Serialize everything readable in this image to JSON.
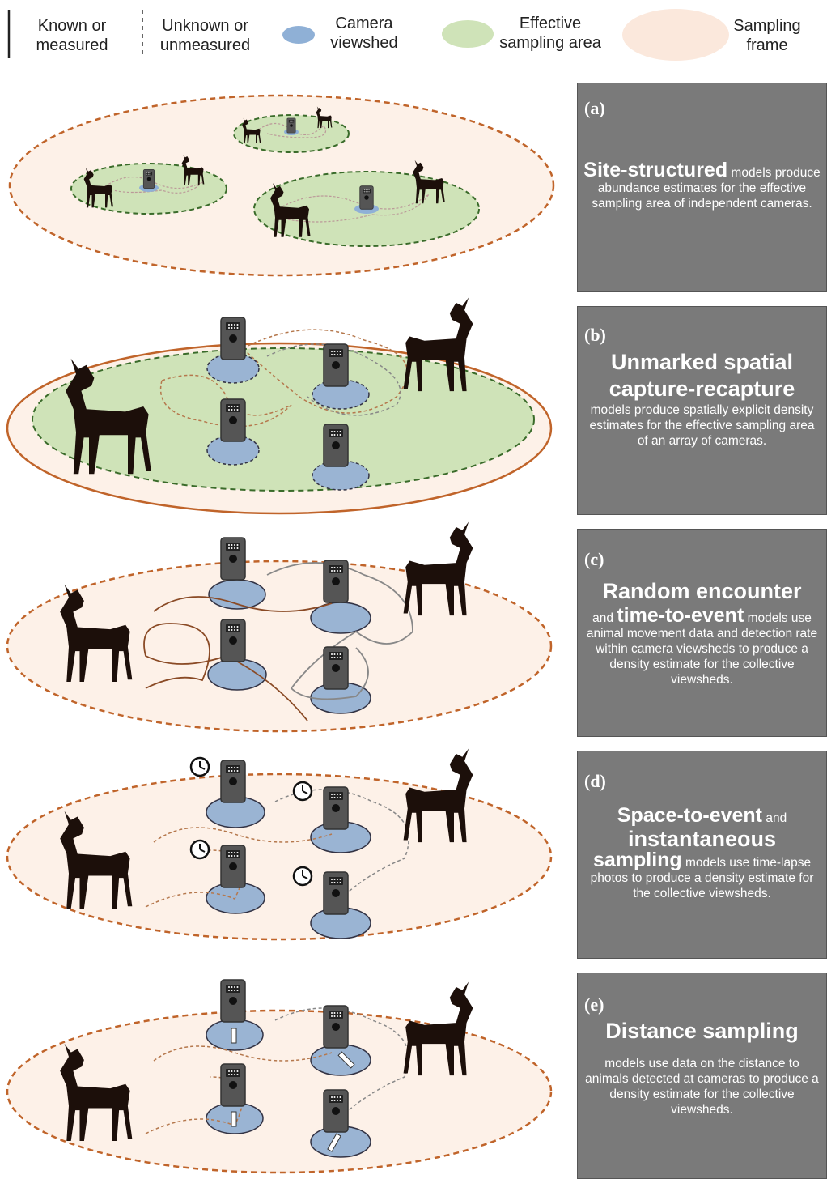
{
  "legend": {
    "known": "Known or\nmeasured",
    "unknown": "Unknown or\nunmeasured",
    "viewshed": "Camera\nviewshed",
    "effective": "Effective\nsampling area",
    "frame": "Sampling\nframe"
  },
  "colors": {
    "viewshed": "#9ab4d3",
    "effective": "#cfe3b8",
    "frame": "#fbe8dc",
    "frame_line": "#c0642a",
    "effective_line": "#3a6b2a",
    "panel": "#7a7a7a",
    "animal": "#1c0f0a",
    "camera": "#555555"
  },
  "panels": {
    "a": {
      "tag": "(a)",
      "title": "Site-structured",
      "rest": " models produce abundance estimates for the effective sampling area of independent cameras."
    },
    "b": {
      "tag": "(b)",
      "title1": "Unmarked spatial",
      "title2": "capture-recapture",
      "rest": "models produce spatially explicit density estimates for the effective sampling area of an array of cameras."
    },
    "c": {
      "tag": "(c)",
      "title1": "Random encounter",
      "and": "and ",
      "title2": "time-to-event",
      "rest": " models use animal movement data and detection rate within camera viewsheds to produce a density estimate for the collective viewsheds."
    },
    "d": {
      "tag": "(d)",
      "title1": "Space-to-event",
      "and": " and",
      "title2": "instantaneous",
      "title3": "sampling",
      "rest": " models  use time-lapse photos to produce a density estimate for the collective viewsheds."
    },
    "e": {
      "tag": "(e)",
      "title": "Distance sampling",
      "rest": "models  use data on the distance to animals detected at cameras to produce a density estimate for the collective viewsheds."
    }
  }
}
